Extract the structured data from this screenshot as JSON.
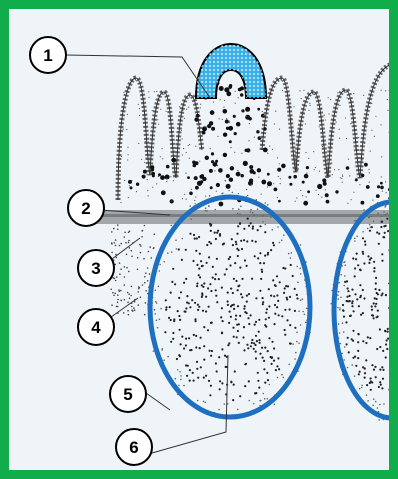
{
  "figure": {
    "labels": [
      {
        "id": 1,
        "text": "1"
      },
      {
        "id": 2,
        "text": "2"
      },
      {
        "id": 3,
        "text": "3"
      },
      {
        "id": 4,
        "text": "4"
      },
      {
        "id": 5,
        "text": "5"
      },
      {
        "id": 6,
        "text": "6"
      }
    ],
    "colors": {
      "border": "#12ad4b",
      "background": "#eef4f8",
      "follicle_outline": "#1f6fc0",
      "dome": "#3ab0e8"
    }
  }
}
